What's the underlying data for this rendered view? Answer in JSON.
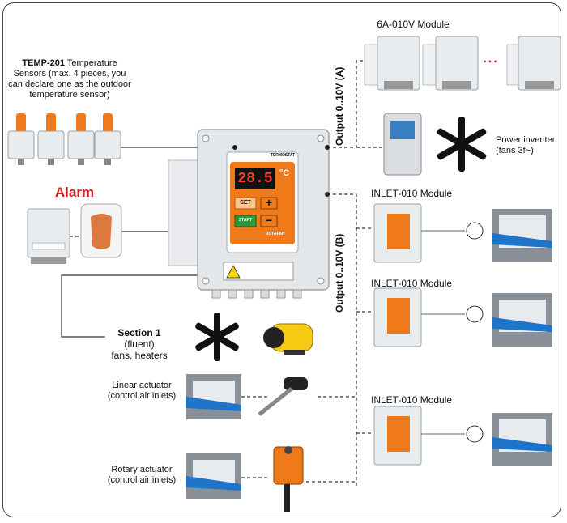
{
  "sensors": {
    "title_bold": "TEMP-201",
    "title_rest": " Temperature Sensors (max. 4 pieces, you can declare one as the outdoor temperature sensor)"
  },
  "alarm": {
    "label": "Alarm"
  },
  "module_6a": {
    "label": "6A-010V Module",
    "ellipsis": "..."
  },
  "output_a": {
    "label": "Output 0..10V (A)"
  },
  "output_b": {
    "label": "Output 0..10V (B)"
  },
  "inverter": {
    "label_line1": "Power inventer",
    "label_line2": "(fans 3f~)"
  },
  "inlet_modules": [
    {
      "label": "INLET-010 Module"
    },
    {
      "label": "INLET-010 Module"
    },
    {
      "label": "INLET-010 Module"
    }
  ],
  "section": {
    "title": "Section 1",
    "line2": "(fluent)",
    "line3": "fans, heaters"
  },
  "linear": {
    "line1": "Linear actuator",
    "line2": "(control air inlets)"
  },
  "rotary": {
    "line1": "Rotary actuator",
    "line2": "(control air inlets)"
  },
  "thermostat": {
    "title": "TERMOSTAT",
    "display": "28.5",
    "unit": "°C",
    "set_label": "SET",
    "plus": "+",
    "minus": "−",
    "start_label": "START",
    "brand": "JOTAFAN"
  },
  "colors": {
    "alarm_red": "#d42020",
    "orange": "#f07a1a",
    "panel": "#e6e9ec",
    "dark": "#222"
  }
}
